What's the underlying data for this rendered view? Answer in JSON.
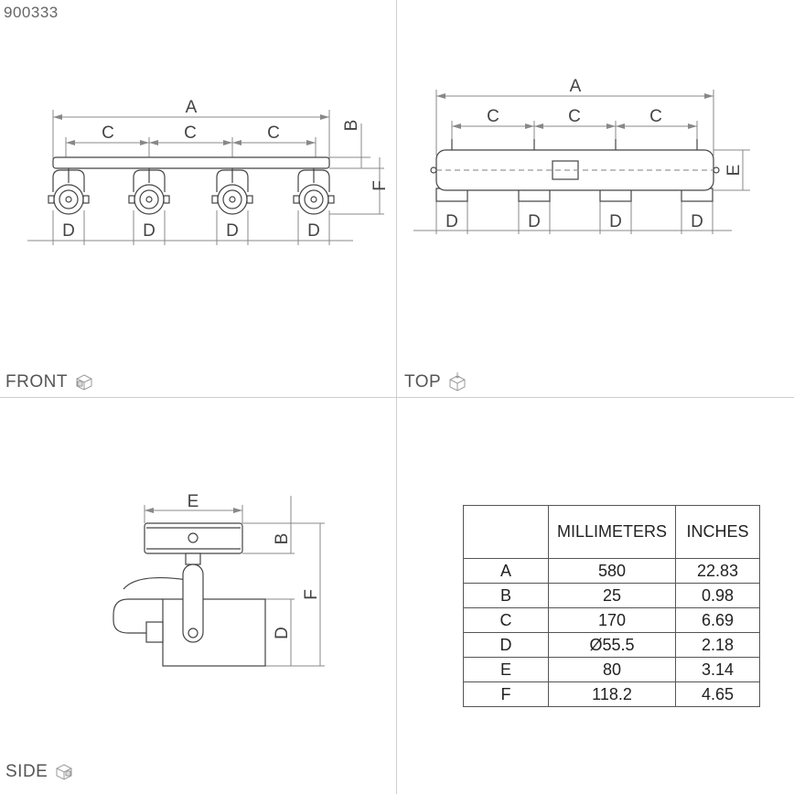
{
  "model_number": "900333",
  "views": {
    "front": "FRONT",
    "top": "TOP",
    "side": "SIDE"
  },
  "dimension_letters": {
    "a": "A",
    "b": "B",
    "c": "C",
    "d": "D",
    "e": "E",
    "f": "F"
  },
  "table": {
    "headers": [
      "",
      "MILLIMETERS",
      "INCHES"
    ],
    "rows": [
      [
        "A",
        "580",
        "22.83"
      ],
      [
        "B",
        "25",
        "0.98"
      ],
      [
        "C",
        "170",
        "6.69"
      ],
      [
        "D",
        "Ø55.5",
        "2.18"
      ],
      [
        "E",
        "80",
        "3.14"
      ],
      [
        "F",
        "118.2",
        "4.65"
      ]
    ]
  }
}
